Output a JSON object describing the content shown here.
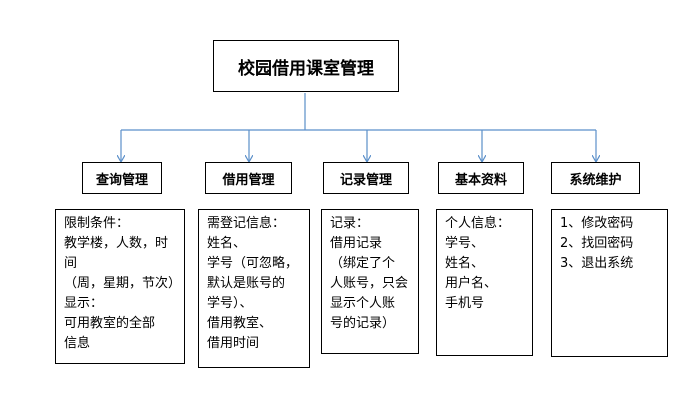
{
  "root": {
    "label": "校园借用课室管理"
  },
  "categories": [
    {
      "id": "query",
      "label": "查询管理",
      "lines": [
        "限制条件：",
        "教学楼，人数，时",
        "间",
        "（周，星期，节次）",
        "显示：",
        "可用教室的全部",
        "信息"
      ]
    },
    {
      "id": "borrow",
      "label": "借用管理",
      "lines": [
        "需登记信息：",
        "姓名、",
        "学号（可忽略，",
        "默认是账号的",
        "学号）、",
        "借用教室、",
        "借用时间"
      ]
    },
    {
      "id": "record",
      "label": "记录管理",
      "lines": [
        "记录：",
        "借用记录",
        "（绑定了个",
        "人账号，只会",
        "显示个人账",
        "号的记录）"
      ]
    },
    {
      "id": "basic",
      "label": "基本资料",
      "lines": [
        "个人信息：",
        "学号、",
        "姓名、",
        "用户名、",
        "手机号"
      ]
    },
    {
      "id": "system",
      "label": "系统维护",
      "lines": [
        "1、修改密码",
        "2、找回密码",
        "3、退出系统"
      ]
    }
  ],
  "colors": {
    "connector": "#5b8fc9",
    "border": "#000000"
  }
}
